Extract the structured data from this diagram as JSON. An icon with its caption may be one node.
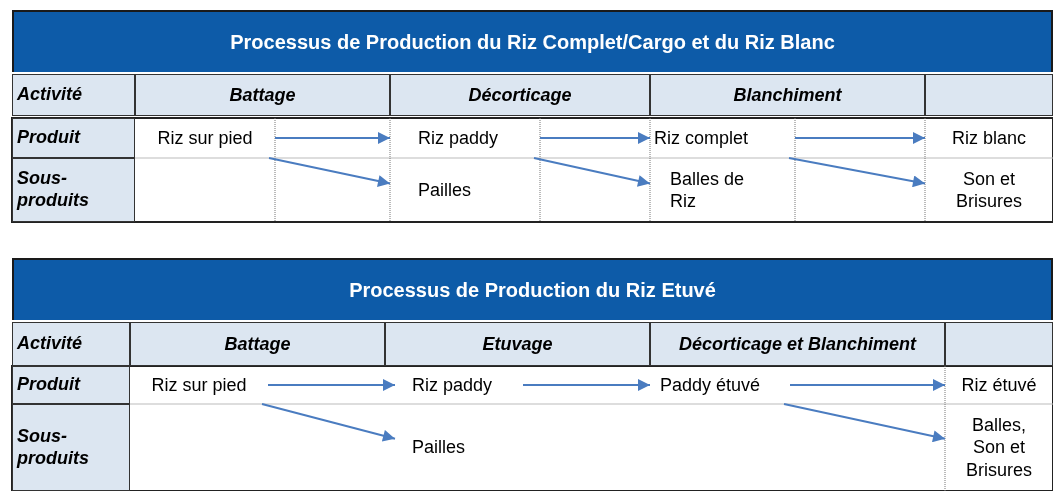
{
  "diagram": {
    "nodes": [
      {
        "text": [
          "Riz sur pied"
        ]
      },
      {
        "text": [
          "Riz paddy"
        ]
      },
      {
        "text": [
          "Riz complet"
        ]
      },
      {
        "text": [
          "Riz blanc"
        ]
      },
      {
        "text": [
          "Pailles"
        ]
      },
      {
        "text": [
          "Balles de Riz"
        ]
      },
      {
        "text": [
          "Son et Brisures"
        ]
      },
      {
        "text": [
          "Riz sur pied"
        ]
      },
      {
        "text": [
          "Riz paddy"
        ]
      },
      {
        "text": [
          "Paddy étuvé"
        ]
      },
      {
        "text": [
          "Riz étuvé"
        ]
      },
      {
        "text": [
          "Pailles"
        ]
      },
      {
        "text": [
          "Balles, Son et Brisures"
        ]
      }
    ],
    "edges": [
      {
        "from": 0,
        "to": 1,
        "arrow": "to"
      },
      {
        "from": 0,
        "to": 4,
        "arrow": "to"
      },
      {
        "from": 1,
        "to": 2,
        "arrow": "to"
      },
      {
        "from": 1,
        "to": 5,
        "arrow": "to"
      },
      {
        "from": 2,
        "to": 3,
        "arrow": "to"
      },
      {
        "from": 2,
        "to": 6,
        "arrow": "to"
      },
      {
        "from": 7,
        "to": 8,
        "arrow": "to"
      },
      {
        "from": 7,
        "to": 11,
        "arrow": "to"
      },
      {
        "from": 8,
        "to": 9,
        "arrow": "to"
      },
      {
        "from": 9,
        "to": 10,
        "arrow": "to"
      },
      {
        "from": 9,
        "to": 12,
        "arrow": "to"
      }
    ],
    "labels": [
      "Processus de Production du Riz Complet/Cargo et du Riz Blanc",
      "Activité",
      "Battage",
      "Décorticage",
      "Blanchiment",
      "Produit",
      "Sous-produits",
      "Processus de Production du Riz Etuvé",
      "Activité",
      "Battage",
      "Etuvage",
      "Décorticage et Blanchiment",
      "Produit",
      "Sous-produits"
    ]
  }
}
